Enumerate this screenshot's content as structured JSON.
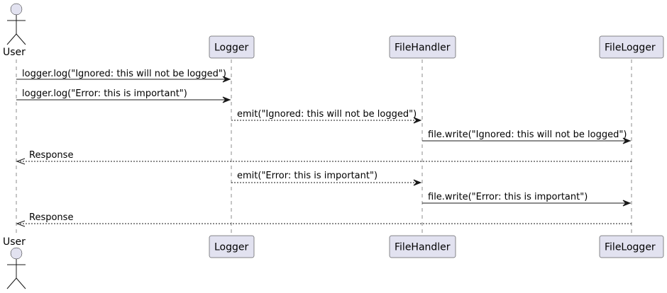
{
  "participants": [
    {
      "id": "user",
      "label": "User",
      "kind": "actor"
    },
    {
      "id": "logger",
      "label": "Logger",
      "kind": "participant"
    },
    {
      "id": "filehandler",
      "label": "FileHandler",
      "kind": "participant"
    },
    {
      "id": "filelogger",
      "label": "FileLogger",
      "kind": "participant"
    }
  ],
  "messages": [
    {
      "from": "user",
      "to": "logger",
      "label": "logger.log(\"Ignored: this will not be logged\")",
      "style": "solid"
    },
    {
      "from": "user",
      "to": "logger",
      "label": "logger.log(\"Error: this is important\")",
      "style": "solid"
    },
    {
      "from": "logger",
      "to": "filehandler",
      "label": "emit(\"Ignored: this will not be logged\")",
      "style": "dashed"
    },
    {
      "from": "filehandler",
      "to": "filelogger",
      "label": "file.write(\"Ignored: this will not be logged\")",
      "style": "solid"
    },
    {
      "from": "filelogger",
      "to": "user",
      "label": "Response",
      "style": "dashed"
    },
    {
      "from": "logger",
      "to": "filehandler",
      "label": "emit(\"Error: this is important\")",
      "style": "dashed"
    },
    {
      "from": "filehandler",
      "to": "filelogger",
      "label": "file.write(\"Error: this is important\")",
      "style": "solid"
    },
    {
      "from": "filelogger",
      "to": "user",
      "label": "Response",
      "style": "dashed"
    }
  ]
}
